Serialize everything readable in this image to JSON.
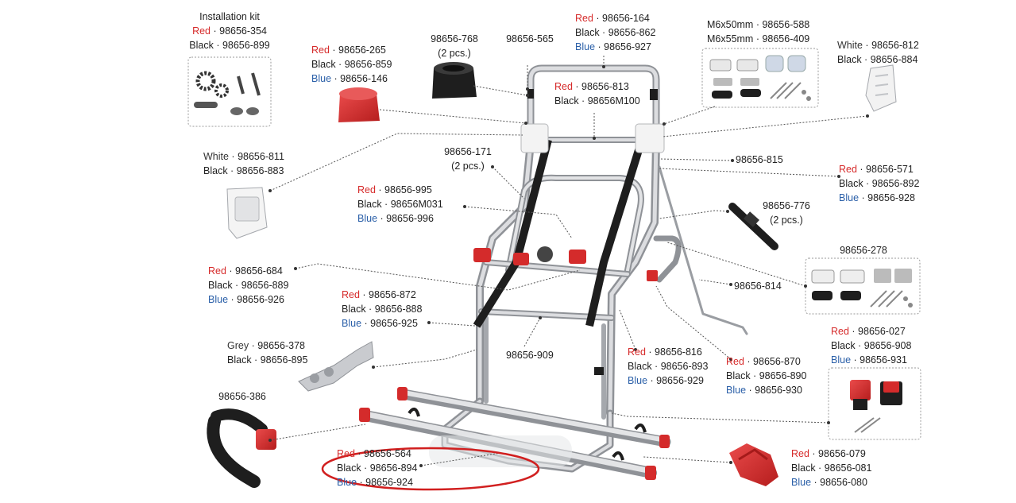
{
  "colors": {
    "frame": "#c7c9cc",
    "frame_shadow": "#8f9297",
    "strap": "#1e1e1e",
    "part_red": "#d42b2b",
    "leader": "#555555",
    "highlight_ellipse": "#d11f1f",
    "box_border": "#9a9a9a",
    "text_red": "#d62a2a",
    "text_blue": "#2a5fa8",
    "text_black": "#222222"
  },
  "callouts": {
    "installation_kit": {
      "title": "Installation kit",
      "rows": [
        {
          "color": "Red",
          "code": "98656-354"
        },
        {
          "color": "Black",
          "code": "98656-899"
        }
      ]
    },
    "c265": {
      "rows": [
        {
          "color": "Red",
          "code": "98656-265"
        },
        {
          "color": "Black",
          "code": "98656-859"
        },
        {
          "color": "Blue",
          "code": "98656-146"
        }
      ]
    },
    "c768": {
      "lines": [
        "98656-768",
        "(2 pcs.)"
      ]
    },
    "c565": {
      "lines": [
        "98656-565"
      ]
    },
    "c164": {
      "rows": [
        {
          "color": "Red",
          "code": "98656-164"
        },
        {
          "color": "Black",
          "code": "98656-862"
        },
        {
          "color": "Blue",
          "code": "98656-927"
        }
      ]
    },
    "bolts": {
      "lines": [
        "M6x50mm · 98656-588",
        "M6x55mm · 98656-409"
      ]
    },
    "c812": {
      "rows": [
        {
          "color": "White",
          "code": "98656-812"
        },
        {
          "color": "Black",
          "code": "98656-884"
        }
      ]
    },
    "c813": {
      "rows": [
        {
          "color": "Red",
          "code": "98656-813"
        },
        {
          "color": "Black",
          "code": "98656M100"
        }
      ]
    },
    "c811": {
      "rows": [
        {
          "color": "White",
          "code": "98656-811"
        },
        {
          "color": "Black",
          "code": "98656-883"
        }
      ]
    },
    "c171": {
      "lines": [
        "98656-171",
        "(2 pcs.)"
      ]
    },
    "c815": {
      "lines": [
        "98656-815"
      ]
    },
    "c571": {
      "rows": [
        {
          "color": "Red",
          "code": "98656-571"
        },
        {
          "color": "Black",
          "code": "98656-892"
        },
        {
          "color": "Blue",
          "code": "98656-928"
        }
      ]
    },
    "c995": {
      "rows": [
        {
          "color": "Red",
          "code": "98656-995"
        },
        {
          "color": "Black",
          "code": "98656M031"
        },
        {
          "color": "Blue",
          "code": "98656-996"
        }
      ]
    },
    "c776": {
      "lines": [
        "98656-776",
        "(2 pcs.)"
      ]
    },
    "c278": {
      "lines": [
        "98656-278"
      ]
    },
    "c684": {
      "rows": [
        {
          "color": "Red",
          "code": "98656-684"
        },
        {
          "color": "Black",
          "code": "98656-889"
        },
        {
          "color": "Blue",
          "code": "98656-926"
        }
      ]
    },
    "c814": {
      "lines": [
        "98656-814"
      ]
    },
    "c872": {
      "rows": [
        {
          "color": "Red",
          "code": "98656-872"
        },
        {
          "color": "Black",
          "code": "98656-888"
        },
        {
          "color": "Blue",
          "code": "98656-925"
        }
      ]
    },
    "c027": {
      "rows": [
        {
          "color": "Red",
          "code": "98656-027"
        },
        {
          "color": "Black",
          "code": "98656-908"
        },
        {
          "color": "Blue",
          "code": "98656-931"
        }
      ]
    },
    "c378": {
      "rows": [
        {
          "color": "Grey",
          "code": "98656-378"
        },
        {
          "color": "Black",
          "code": "98656-895"
        }
      ]
    },
    "c909": {
      "lines": [
        "98656-909"
      ]
    },
    "c816": {
      "rows": [
        {
          "color": "Red",
          "code": "98656-816"
        },
        {
          "color": "Black",
          "code": "98656-893"
        },
        {
          "color": "Blue",
          "code": "98656-929"
        }
      ]
    },
    "c870": {
      "rows": [
        {
          "color": "Red",
          "code": "98656-870"
        },
        {
          "color": "Black",
          "code": "98656-890"
        },
        {
          "color": "Blue",
          "code": "98656-930"
        }
      ]
    },
    "c386": {
      "lines": [
        "98656-386"
      ]
    },
    "c564": {
      "rows": [
        {
          "color": "Red",
          "code": "98656-564"
        },
        {
          "color": "Black",
          "code": "98656-894"
        },
        {
          "color": "Blue",
          "code": "98656-924"
        }
      ]
    },
    "c079": {
      "rows": [
        {
          "color": "Red",
          "code": "98656-079"
        },
        {
          "color": "Black",
          "code": "98656-081"
        },
        {
          "color": "Blue",
          "code": "98656-080"
        }
      ]
    }
  }
}
